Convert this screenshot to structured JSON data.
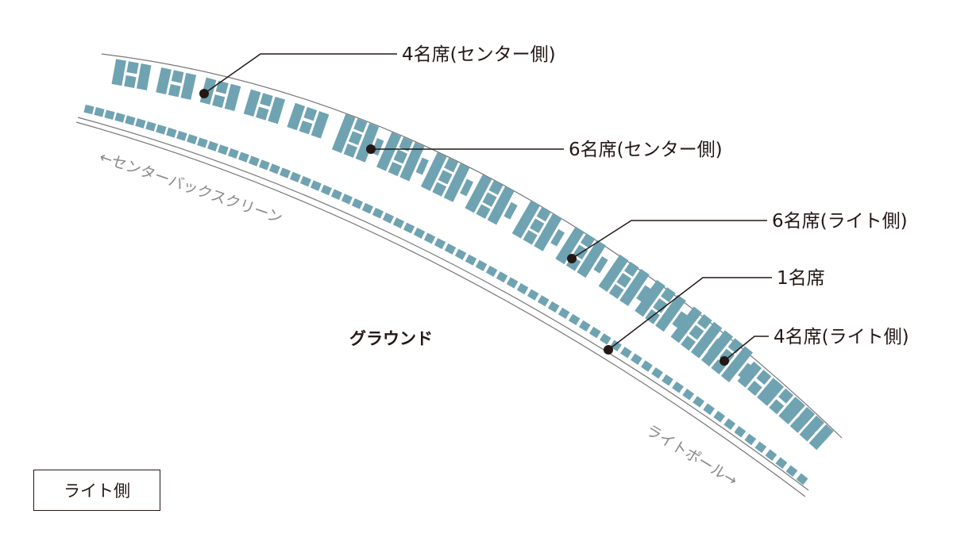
{
  "colors": {
    "seat": "#6fa3b2",
    "line": "#231815",
    "rail": "#777777",
    "direction_text": "#8a8a8a"
  },
  "labels": {
    "seat4_center": "4名席(センター側)",
    "seat6_center": "6名席(センター側)",
    "seat6_right": "6名席(ライト側)",
    "seat1": "1名席",
    "seat4_right": "4名席(ライト側)",
    "center_direction": "←センターバックスクリーン",
    "right_pole_direction": "ライトポール→",
    "ground": "グラウンド",
    "side_box": "ライト側"
  }
}
